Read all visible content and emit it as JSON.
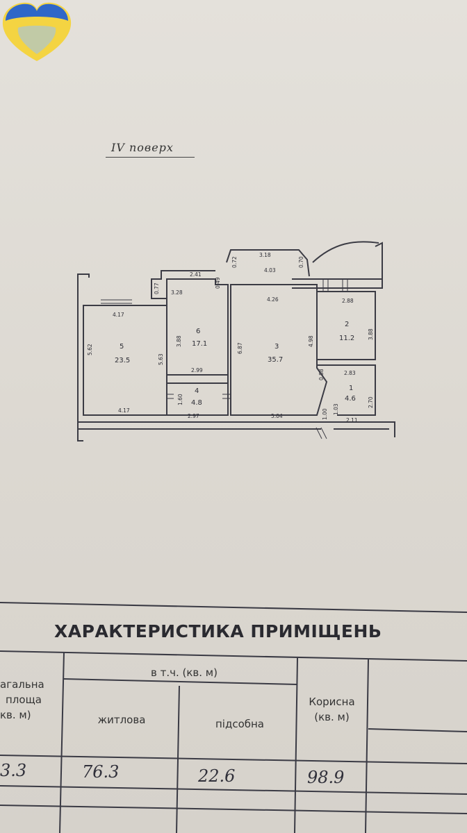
{
  "floor_label": "IV поверх",
  "rooms": [
    {
      "num": "5",
      "area": "23.5"
    },
    {
      "num": "6",
      "area": "17.1"
    },
    {
      "num": "3",
      "area": "35.7"
    },
    {
      "num": "2",
      "area": "11.2"
    },
    {
      "num": "4",
      "area": "4.8"
    },
    {
      "num": "1",
      "area": "4.6"
    }
  ],
  "dimensions": {
    "d1": "4.17",
    "d2": "5.62",
    "d3": "5.63",
    "d4": "4.17",
    "d5": "3.28",
    "d6": "2.41",
    "d7": "3.88",
    "d8": "2.99",
    "d9": "1.60",
    "d10": "2.97",
    "d11": "3.18",
    "d12": "4.03",
    "d13": "4.26",
    "d14": "6.87",
    "d15": "5.04",
    "d16": "4.98",
    "d17": "2.88",
    "d18": "3.88",
    "d19": "2.83",
    "d20": "2.70",
    "d21": "2.11",
    "d22": "0.88",
    "d23": "1.00",
    "d24": "1.03",
    "d25": "0.72",
    "d26": "0.70",
    "d27": "0.77",
    "d28": "0.49"
  },
  "table": {
    "title": "ХАРАКТЕРИСТИКА ПРИМІЩЕНЬ",
    "col_total_line1": "агальна",
    "col_total_line2": "площа",
    "col_total_line3": "кв. м)",
    "group_header": "в т.ч. (кв. м)",
    "col_living": "житлова",
    "col_aux": "підсобна",
    "col_useful_line1": "Корисна",
    "col_useful_line2": "(кв. м)",
    "val_total": "3.3",
    "val_living": "76.3",
    "val_aux": "22.6",
    "val_useful": "98.9"
  },
  "colors": {
    "logo_blue": "#2f67c8",
    "logo_yellow": "#f4d442",
    "ink": "#2d2d35"
  }
}
